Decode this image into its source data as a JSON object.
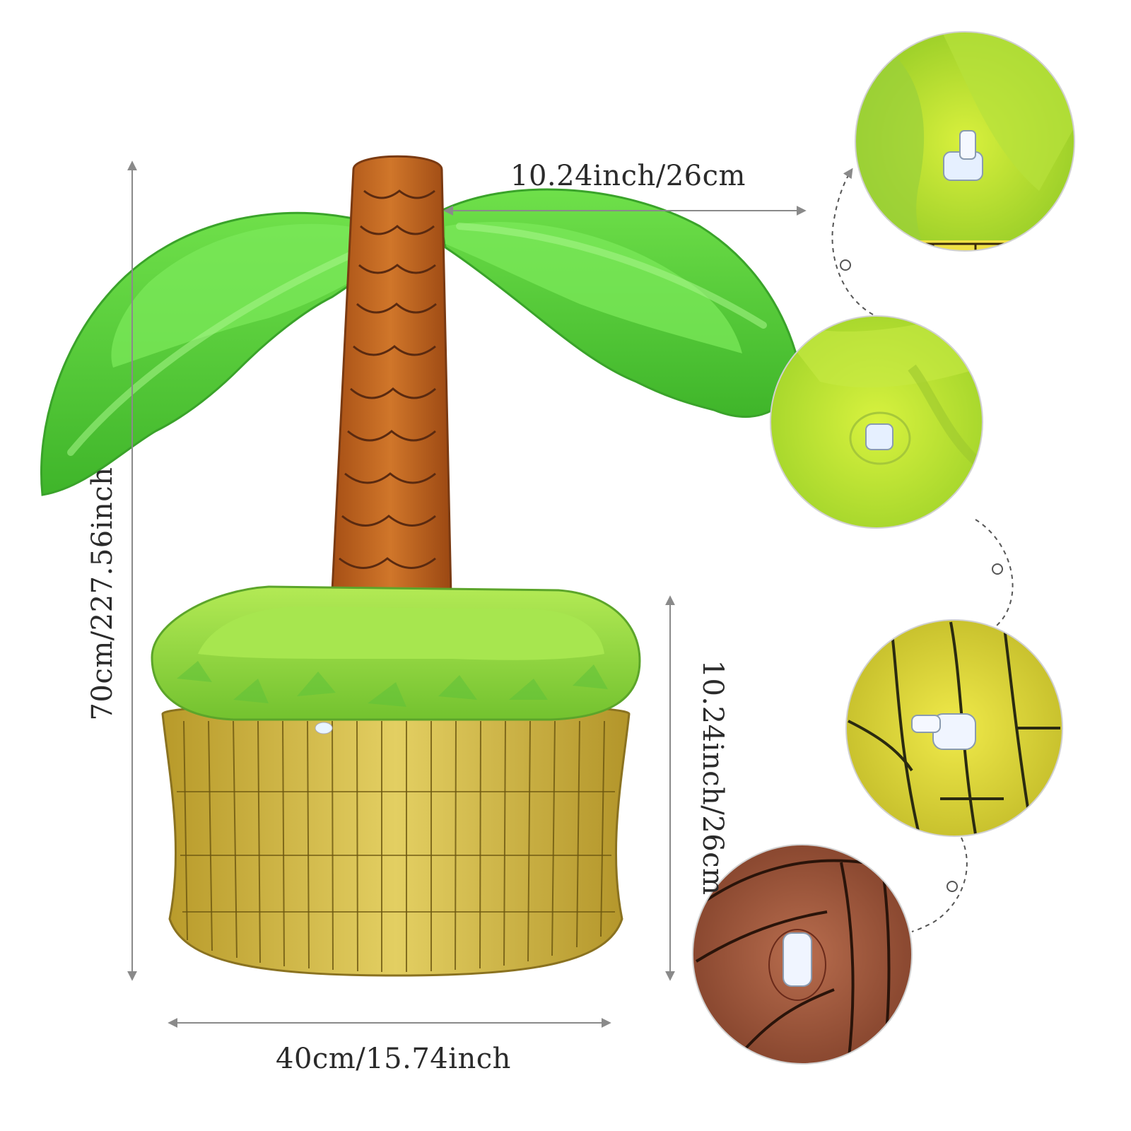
{
  "dimensions": {
    "top_width_label": "10.24inch/26cm",
    "left_height_label": "70cm/227.56inch",
    "right_height_label": "10.24inch/26cm",
    "bottom_width_label": "40cm/15.74inch"
  },
  "colors": {
    "leaf_green": "#5ccf3a",
    "leaf_highlight": "#8ef06a",
    "trunk_brown": "#c0651f",
    "trunk_line": "#5a2a10",
    "basket_yellow": "#d8bf4a",
    "rim_green": "#8fd33a",
    "arrow_gray": "#8a8a8a"
  },
  "detail_views": [
    {
      "name": "valve-detail-top",
      "subject": "leaf valve"
    },
    {
      "name": "valve-detail-leaf",
      "subject": "leaf valve closeup"
    },
    {
      "name": "valve-detail-basket",
      "subject": "basket valve"
    },
    {
      "name": "valve-detail-trunk",
      "subject": "trunk valve"
    }
  ]
}
